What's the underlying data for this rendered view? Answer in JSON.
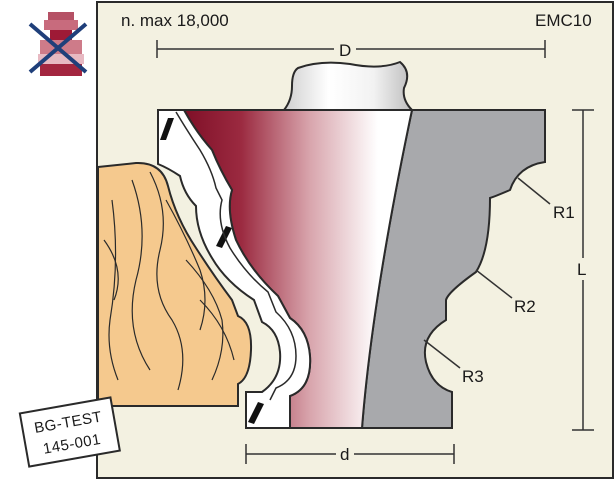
{
  "header": {
    "speed_text": "n. max 18,000",
    "model_code": "EMC10"
  },
  "dimensions": {
    "diameter_label": "D",
    "bore_label": "d",
    "length_label": "L"
  },
  "radii": {
    "r1": "R1",
    "r2": "R2",
    "r3": "R3"
  },
  "stamp": {
    "line1": "BG-TEST",
    "line2": "145-001"
  },
  "icons": {
    "no_hand_feed": "crossed-out-hand-feed-warning-icon"
  },
  "colors": {
    "panel_background": "#f3f1e1",
    "cutter_red": "#8e1b34",
    "cutter_steel": "#a8a9ac",
    "wood": "#f5c98e",
    "warning_cross": "#1f3f7a",
    "warning_icon": "#9e1a36"
  }
}
